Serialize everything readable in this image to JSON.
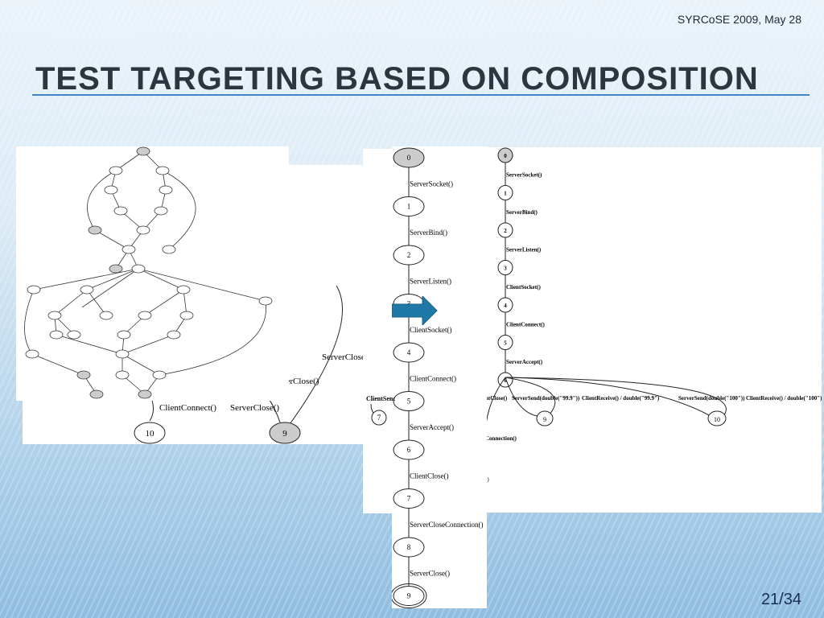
{
  "header": {
    "conference": "SYRCoSE 2009, May 28"
  },
  "slide": {
    "title": "Test targeting based on composition",
    "page": "21/34"
  },
  "left_graph": {
    "back_labels": {
      "client_connect": "ClientConnect()",
      "server_close": "ServerClose()",
      "server_close_partial": "verClose()",
      "server_close_right": "ServerClose(",
      "node_10": "10",
      "node_9": "9"
    }
  },
  "middle_chain": {
    "nodes": [
      "0",
      "1",
      "2",
      "3",
      "4",
      "5",
      "6",
      "7",
      "8",
      "9"
    ],
    "edges": [
      "ServerSocket()",
      "ServerBind()",
      "ServerListen()",
      "ClientSocket()",
      "ClientConnect()",
      "ServerAccept()",
      "ClientClose()",
      "ServerCloseConnection()",
      "ServerClose()"
    ],
    "side_label": "ClientSend",
    "side_node": "7"
  },
  "right_graph": {
    "nodes": [
      "0",
      "1",
      "2",
      "3",
      "4",
      "5",
      "6"
    ],
    "edges": [
      "ServerSocket()",
      "ServerBind()",
      "ServerListen()",
      "ClientSocket()",
      "ClientConnect()",
      "ServerAccept()"
    ],
    "loop_labels": [
      "ntClose()",
      "ServerSend(double(\"99.9\"))",
      "ClientReceive() / double(\"99.9\")",
      "ServerSend(double(\"100\"))",
      "ClientReceive() / double(\"100\")"
    ],
    "loop_nodes": [
      "9",
      "10"
    ],
    "partial": [
      "Connection()",
      "()"
    ]
  }
}
